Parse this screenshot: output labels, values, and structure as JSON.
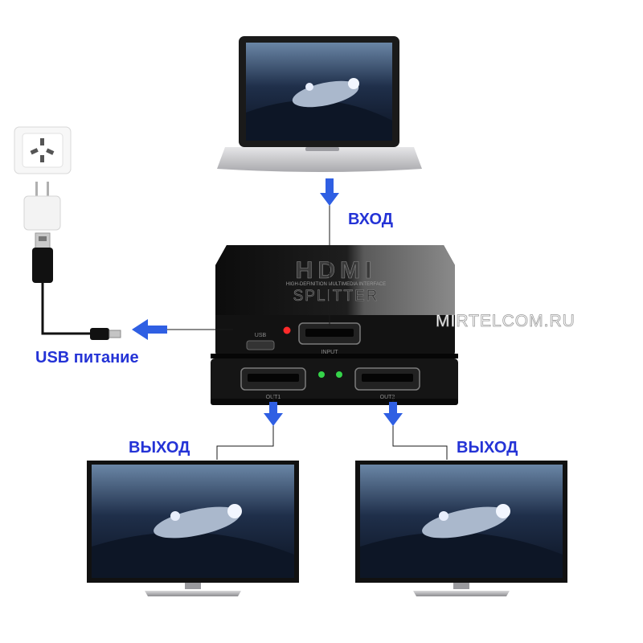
{
  "labels": {
    "input": "ВХОД",
    "usb_power": "USB питание",
    "output_left": "ВЫХОД",
    "output_right": "ВЫХОД"
  },
  "device": {
    "logo": "HDMI",
    "tagline": "HIGH-DEFINITION MULTIMEDIA INTERFACE",
    "name": "SPLITTER",
    "usb_port_label": "USB",
    "input_port_label": "INPUT",
    "output1_label": "OUT1",
    "output2_label": "OUT2"
  },
  "watermark": "MIRTELCOM.RU",
  "colors": {
    "arrow": "#2f5fe3",
    "label": "#2433d6",
    "device_body": "#141414",
    "power_led": "#ff2a2a",
    "status_led": "#35d44a"
  },
  "icons": {
    "source": "laptop-icon",
    "power": "wall-socket-icon",
    "adapter": "usb-power-adapter-icon",
    "cable": "usb-cable-icon",
    "display": "tv-monitor-icon"
  }
}
